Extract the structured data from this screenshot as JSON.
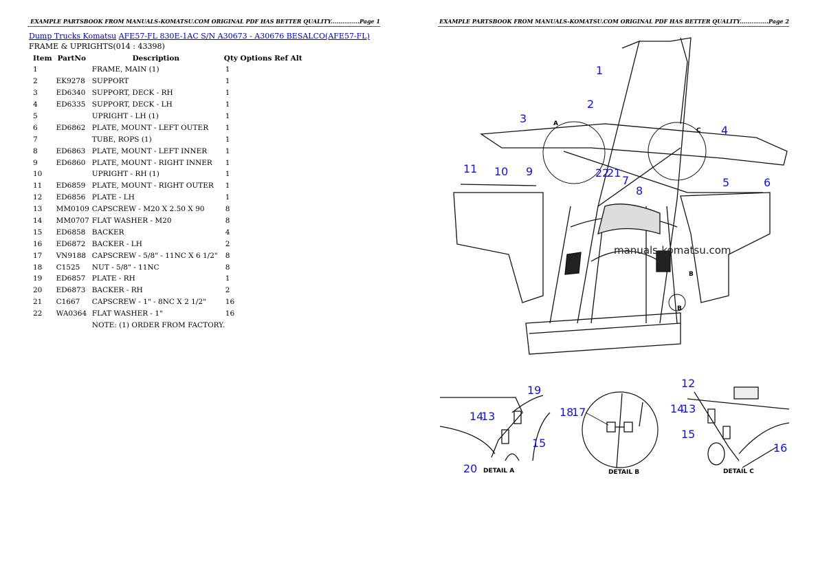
{
  "pages": [
    {
      "header": "EXAMPLE PARTSBOOK FROM MANUALS-KOMATSU.COM ORIGINAL PDF HAS BETTER QUALITY...............Page 1"
    },
    {
      "header": "EXAMPLE PARTSBOOK FROM MANUALS-KOMATSU.COM ORIGINAL PDF HAS BETTER QUALITY...............Page 2"
    }
  ],
  "breadcrumb": {
    "link1": "Dump Trucks Komatsu",
    "link2": "AFE57-FL 830E-1AC S/N A30673 - A30676 BESALCO(AFE57-FL)"
  },
  "section_title": "FRAME & UPRIGHTS(014 : 43398)",
  "table": {
    "headers": [
      "Item",
      "PartNo",
      "Description",
      "Qty Options Ref Alt"
    ],
    "rows": [
      [
        "1",
        "",
        "FRAME,  MAIN (1)",
        "1"
      ],
      [
        "2",
        "EK9278",
        "SUPPORT",
        "1"
      ],
      [
        "3",
        "ED6340",
        "SUPPORT, DECK - RH",
        "1"
      ],
      [
        "4",
        "ED6335",
        "SUPPORT, DECK - LH",
        "1"
      ],
      [
        "5",
        "",
        "UPRIGHT - LH (1)",
        "1"
      ],
      [
        "6",
        "ED6862",
        "PLATE, MOUNT - LEFT OUTER",
        "1"
      ],
      [
        "7",
        "",
        "TUBE, ROPS (1)",
        "1"
      ],
      [
        "8",
        "ED6863",
        "PLATE, MOUNT - LEFT INNER",
        "1"
      ],
      [
        "9",
        "ED6860",
        "PLATE, MOUNT - RIGHT INNER",
        "1"
      ],
      [
        "10",
        "",
        "UPRIGHT - RH (1)",
        "1"
      ],
      [
        "11",
        "ED6859",
        "PLATE, MOUNT - RIGHT OUTER",
        "1"
      ],
      [
        "12",
        "ED6856",
        "PLATE - LH",
        "1"
      ],
      [
        "13",
        "MM0109",
        "CAPSCREW - M20 X 2.50 X 90",
        "8"
      ],
      [
        "14",
        "MM0707",
        "FLAT WASHER - M20",
        "8"
      ],
      [
        "15",
        "ED6858",
        "BACKER",
        "4"
      ],
      [
        "16",
        "ED6872",
        "BACKER - LH",
        "2"
      ],
      [
        "17",
        "VN9188",
        "CAPSCREW - 5/8\" - 11NC X 6 1/2\"",
        "8"
      ],
      [
        "18",
        "C1525",
        "NUT - 5/8\" - 11NC",
        "8"
      ],
      [
        "19",
        "ED6857",
        "PLATE - RH",
        "1"
      ],
      [
        "20",
        "ED6873",
        "BACKER - RH",
        "2"
      ],
      [
        "21",
        "C1667",
        "CAPSCREW - 1\" - 8NC X 2  1/2\"",
        "16"
      ],
      [
        "22",
        "WA0364",
        "FLAT WASHER - 1\"",
        "16"
      ]
    ],
    "note": "NOTE: (1) ORDER FROM FACTORY."
  },
  "diagram": {
    "watermark": "manuals-komatsu.com",
    "callouts": [
      "1",
      "2",
      "3",
      "4",
      "11",
      "10",
      "9",
      "22",
      "21",
      "7",
      "8",
      "5",
      "6"
    ],
    "detail_a": {
      "label": "DETAIL A",
      "callouts": [
        "19",
        "14",
        "13",
        "15",
        "20"
      ]
    },
    "detail_b": {
      "label": "DETAIL B",
      "callouts": [
        "18",
        "17"
      ]
    },
    "detail_c": {
      "label": "DETAIL C",
      "callouts": [
        "12",
        "14",
        "13",
        "15",
        "16"
      ]
    },
    "view_letters": [
      "A",
      "C",
      "B",
      "B"
    ],
    "link_color": "#0000cc",
    "callout_color": "#1010e0"
  }
}
